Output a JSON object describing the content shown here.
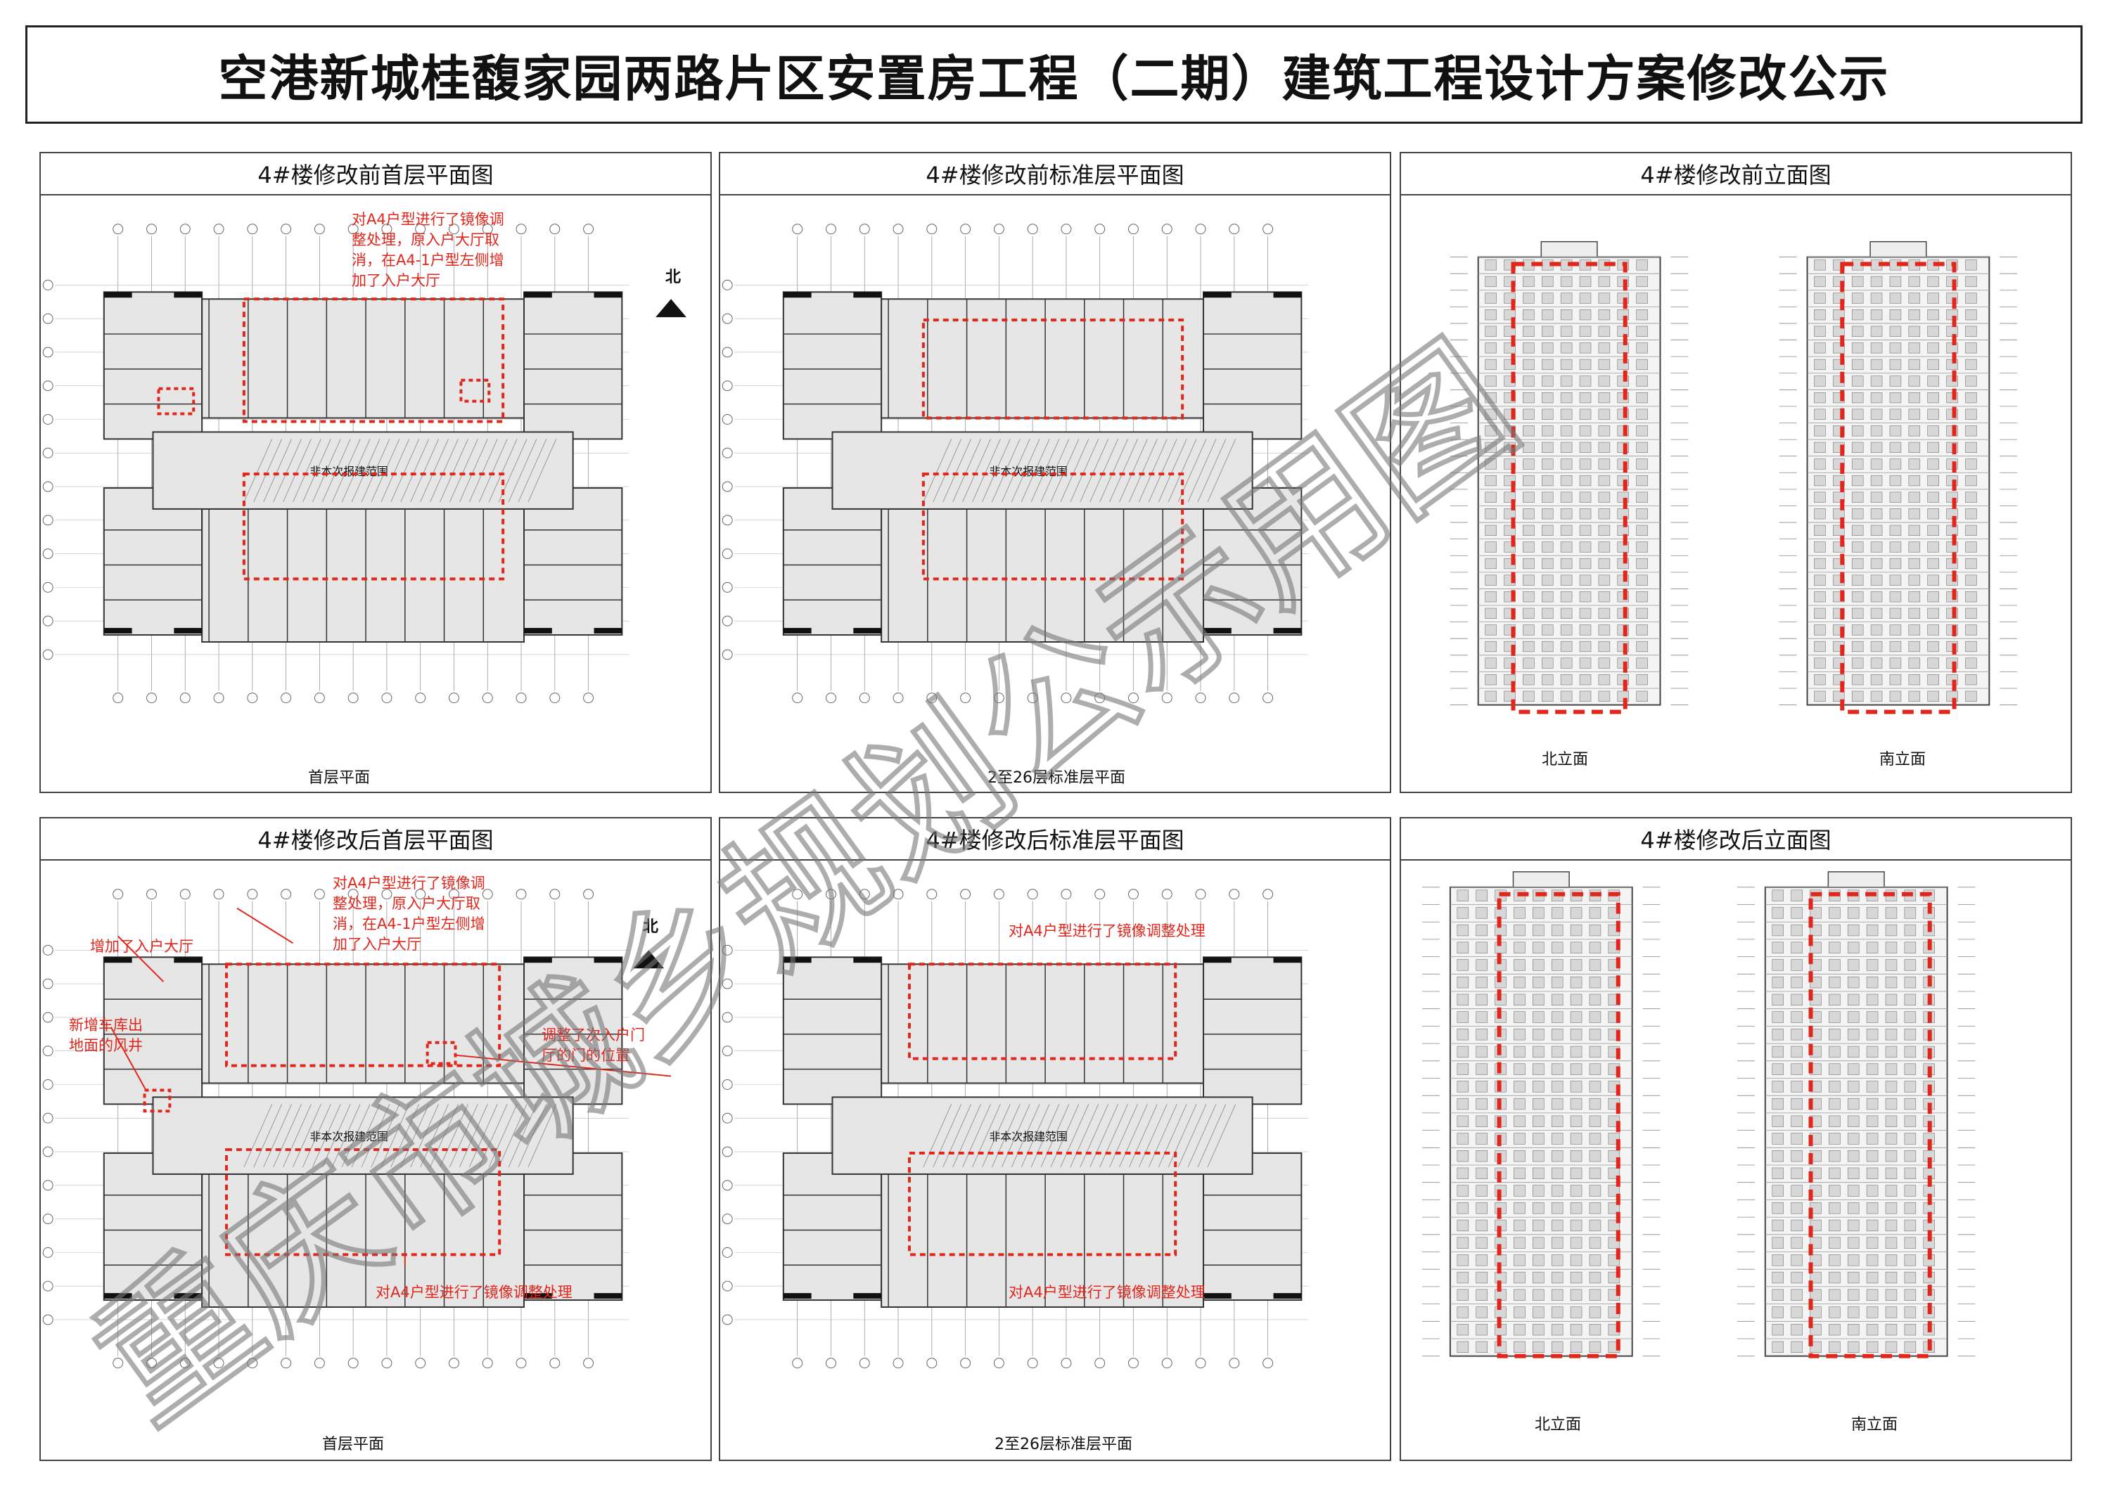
{
  "title": "空港新城桂馥家园两路片区安置房工程（二期）建筑工程设计方案修改公示",
  "panels": {
    "p1": {
      "header": "4#楼修改前首层平面图",
      "caption": "首层平面",
      "note": "对A4户型进行了镜像调整处理，原入户大厅取消，在A4-1户型左侧增加了入户大厅",
      "north": "北"
    },
    "p2": {
      "header": "4#楼修改前标准层平面图",
      "caption": "2至26层标准层平面"
    },
    "p3": {
      "header": "4#楼修改前立面图",
      "caption_left": "北立面",
      "caption_right": "南立面"
    },
    "p4": {
      "header": "4#楼修改后首层平面图",
      "caption": "首层平面",
      "note_top": "对A4户型进行了镜像调整处理，原入户大厅取消，在A4-1户型左侧增加了入户大厅",
      "note_lobby": "增加了入户大厅",
      "note_well": "新增车库出地面的风井",
      "note_door": "调整了次入户门厅的门的位置",
      "note_bottom": "对A4户型进行了镜像调整处理",
      "north": "北"
    },
    "p5": {
      "header": "4#楼修改后标准层平面图",
      "caption": "2至26层标准层平面",
      "note_top": "对A4户型进行了镜像调整处理",
      "note_bottom": "对A4户型进行了镜像调整处理"
    },
    "p6": {
      "header": "4#楼修改后立面图",
      "caption_left": "北立面",
      "caption_right": "南立面"
    }
  },
  "plan_label": "非本次报建范围",
  "watermark": "重庆市城乡规划公示用图",
  "colors": {
    "accent_red": "#e1261c",
    "line": "#444444",
    "watermark": "rgba(120,120,120,0.45)"
  }
}
